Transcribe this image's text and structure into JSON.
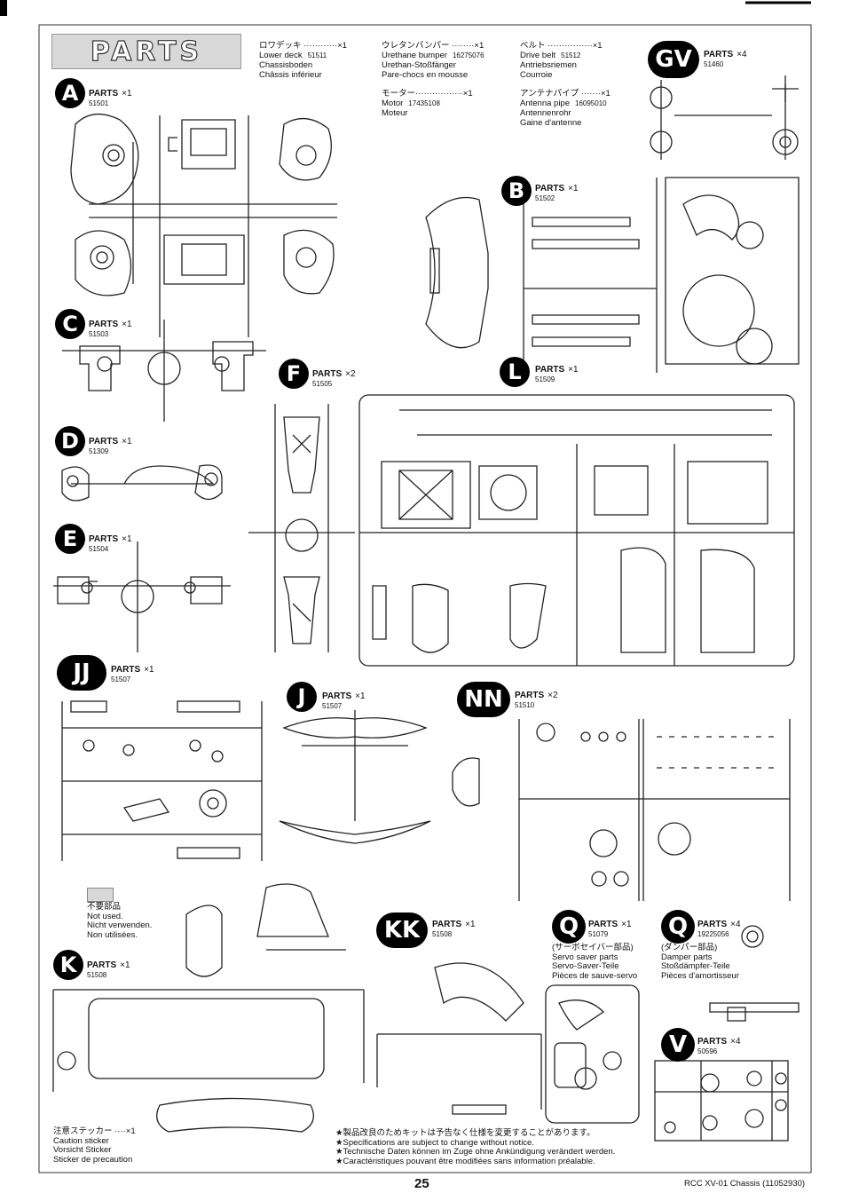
{
  "header": {
    "title": "PARTS",
    "items": [
      {
        "jp": "ロワデッキ ············×1",
        "en": "Lower deck",
        "code": "51511",
        "de": "Chassisboden",
        "fr": "Châssis inférieur"
      },
      {
        "jp": "ウレタンバンパー ········×1",
        "en": "Urethane bumper",
        "code": "16275076",
        "de": "Urethan-Stoßfänger",
        "fr": "Pare-chocs en mousse"
      },
      {
        "jp": "ベルト ················×1",
        "en": "Drive belt",
        "code": "51512",
        "de": "Antriebsriemen",
        "fr": "Courroie"
      },
      {
        "jp": "モーター·················×1",
        "en": "Motor",
        "code": "17435108",
        "de": "Moteur",
        "fr": ""
      },
      {
        "jp": "アンテナパイプ ·······×1",
        "en": "Antenna pipe",
        "code": "16095010",
        "de": "Antennenrohr",
        "fr": "Gaine d'antenne"
      }
    ]
  },
  "parts": [
    {
      "letter": "A",
      "label": "PARTS",
      "count": "×1",
      "code": "51501"
    },
    {
      "letter": "B",
      "label": "PARTS",
      "count": "×1",
      "code": "51502"
    },
    {
      "letter": "C",
      "label": "PARTS",
      "count": "×1",
      "code": "51503"
    },
    {
      "letter": "D",
      "label": "PARTS",
      "count": "×1",
      "code": "51309"
    },
    {
      "letter": "E",
      "label": "PARTS",
      "count": "×1",
      "code": "51504"
    },
    {
      "letter": "F",
      "label": "PARTS",
      "count": "×2",
      "code": "51505"
    },
    {
      "letter": "GV",
      "label": "PARTS",
      "count": "×4",
      "code": "51460"
    },
    {
      "letter": "L",
      "label": "PARTS",
      "count": "×1",
      "code": "51509"
    },
    {
      "letter": "JJ",
      "label": "PARTS",
      "count": "×1",
      "code": "51507"
    },
    {
      "letter": "J",
      "label": "PARTS",
      "count": "×1",
      "code": "51507"
    },
    {
      "letter": "NN",
      "label": "PARTS",
      "count": "×2",
      "code": "51510"
    },
    {
      "letter": "K",
      "label": "PARTS",
      "count": "×1",
      "code": "51508"
    },
    {
      "letter": "KK",
      "label": "PARTS",
      "count": "×1",
      "code": "51508"
    },
    {
      "letter": "Q",
      "label": "PARTS",
      "count": "×1",
      "code": "51079",
      "jp": "(サーボセイバー部品)",
      "en": "Servo saver parts",
      "de": "Servo-Saver-Teile",
      "fr": "Pièces de sauve-servo"
    },
    {
      "letter": "Q",
      "label": "PARTS",
      "count": "×4",
      "code": "19225056",
      "jp": "(ダンパー部品)",
      "en": "Damper parts",
      "de": "Stoßdämpfer-Teile",
      "fr": "Pièces d'amortisseur"
    },
    {
      "letter": "V",
      "label": "PARTS",
      "count": "×4",
      "code": "50596"
    }
  ],
  "unused": {
    "jp": "不要部品",
    "en": "Not used.",
    "de": "Nicht verwenden.",
    "fr": "Non utilisées."
  },
  "caution": {
    "jp": "注意ステッカー ····×1",
    "en": "Caution sticker",
    "de": "Vorsicht Sticker",
    "fr": "Sticker de precaution"
  },
  "notice": [
    "★製品改良のためキットは予告なく仕様を変更することがあります。",
    "★Specifications are subject to change without notice.",
    "★Technische Daten können im Zuge ohne Ankündigung verändert werden.",
    "★Caractéristiques pouvant être modifiées sans information préalable."
  ],
  "footer": {
    "page": "25",
    "model": "RCC XV-01 Chassis (11052930)"
  }
}
